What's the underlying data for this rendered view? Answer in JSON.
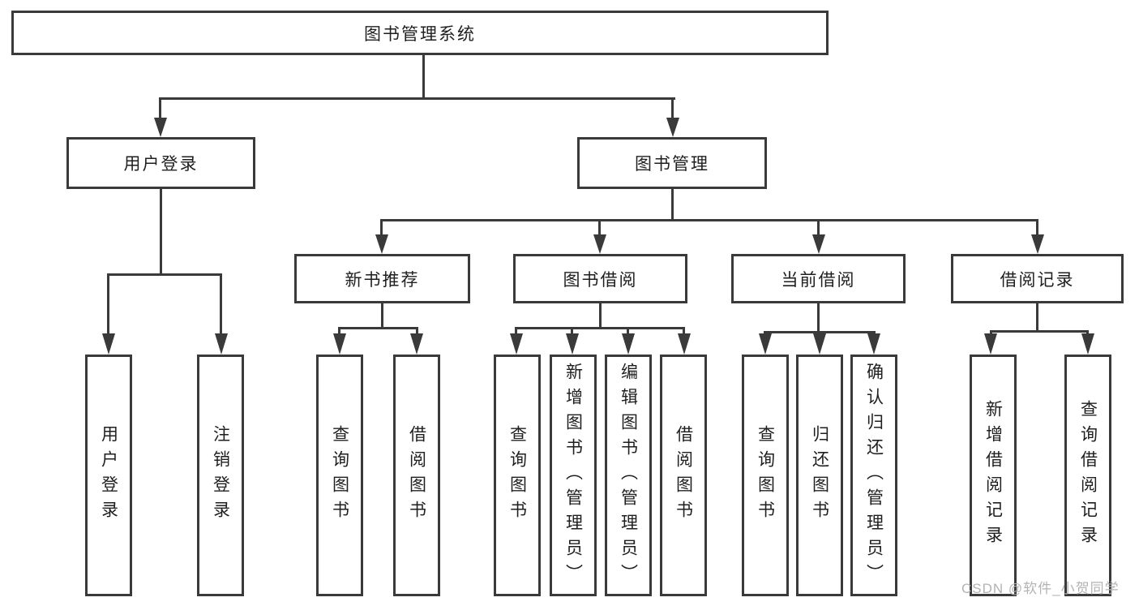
{
  "diagram": {
    "root": {
      "label": "图书管理系统"
    },
    "level2": [
      {
        "label": "用户登录"
      },
      {
        "label": "图书管理"
      }
    ],
    "level3": [
      {
        "label": "新书推荐"
      },
      {
        "label": "图书借阅"
      },
      {
        "label": "当前借阅"
      },
      {
        "label": "借阅记录"
      }
    ],
    "leaves": {
      "login": [
        {
          "label": "用户登录"
        },
        {
          "label": "注销登录"
        }
      ],
      "recommend": [
        {
          "label": "查询图书"
        },
        {
          "label": "借阅图书"
        }
      ],
      "borrow": [
        {
          "label": "查询图书"
        },
        {
          "label": "新增图书（管理员）"
        },
        {
          "label": "编辑图书（管理员）"
        },
        {
          "label": "借阅图书"
        }
      ],
      "current": [
        {
          "label": "查询图书"
        },
        {
          "label": "归还图书"
        },
        {
          "label": "确认归还（管理员）"
        }
      ],
      "records": [
        {
          "label": "新增借阅记录"
        },
        {
          "label": "查询借阅记录"
        }
      ]
    }
  },
  "watermark": {
    "text": "CSDN @软件_小贺同学"
  },
  "colors": {
    "line": "#3a3a3a",
    "text": "#1f1f1f",
    "watermark": "#b3b3b3",
    "background": "#ffffff"
  }
}
